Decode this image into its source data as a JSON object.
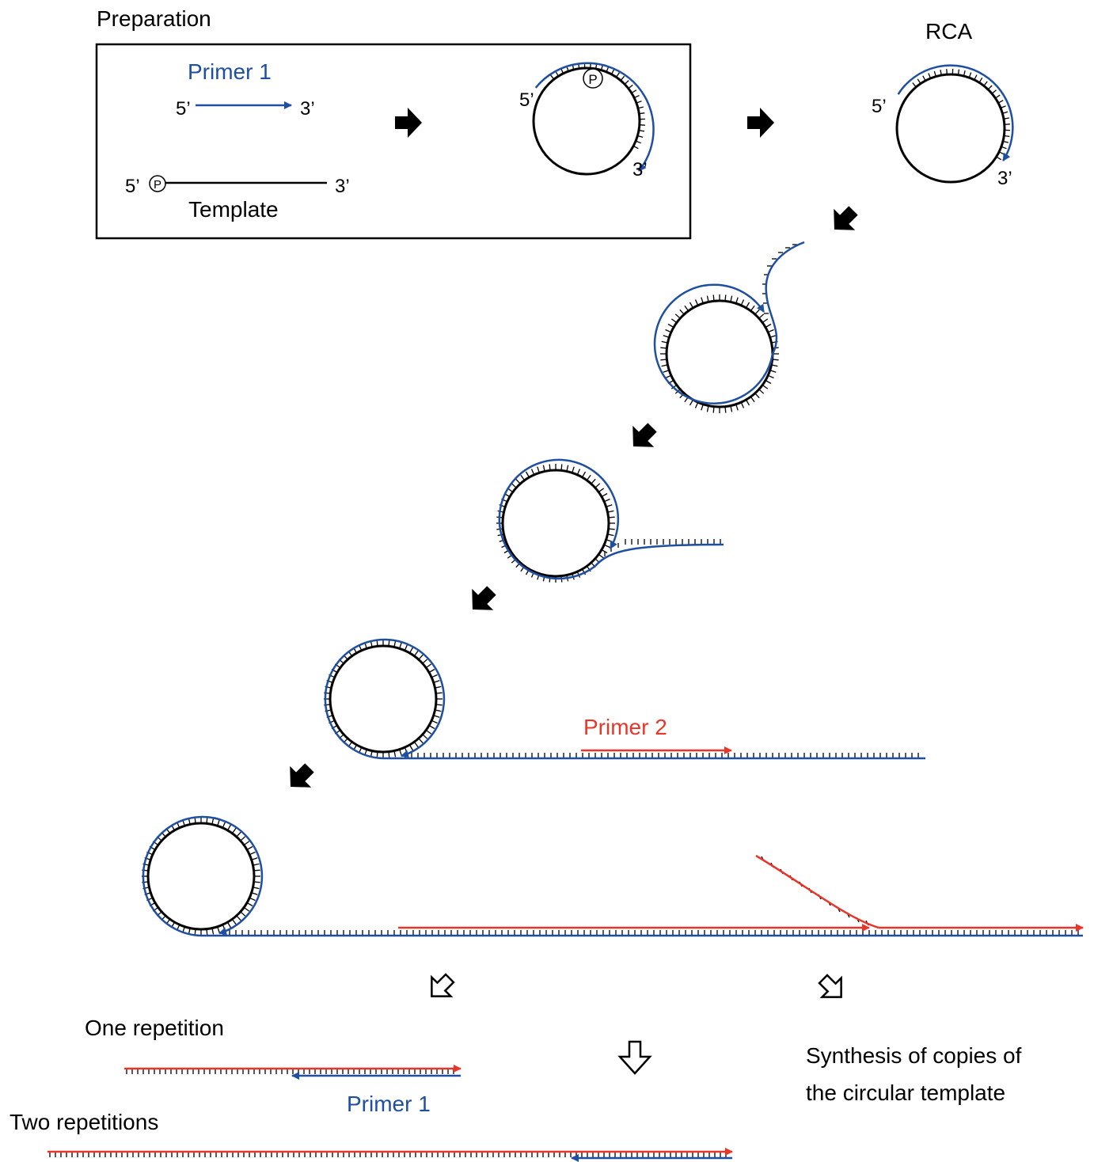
{
  "labels": {
    "preparation": "Preparation",
    "rca": "RCA",
    "primer1": "Primer 1",
    "primer2": "Primer 2",
    "template": "Template",
    "five_prime": "5’",
    "three_prime": "3’",
    "phosphate": "P",
    "one_repetition": "One repetition",
    "two_repetitions": "Two repetitions",
    "synthesis_line1": "Synthesis of copies of",
    "synthesis_line2": "the circular template"
  },
  "colors": {
    "primer1": "#1f4fa0",
    "primer2": "#e8362a",
    "template": "#000000",
    "arrow": "#000000"
  }
}
